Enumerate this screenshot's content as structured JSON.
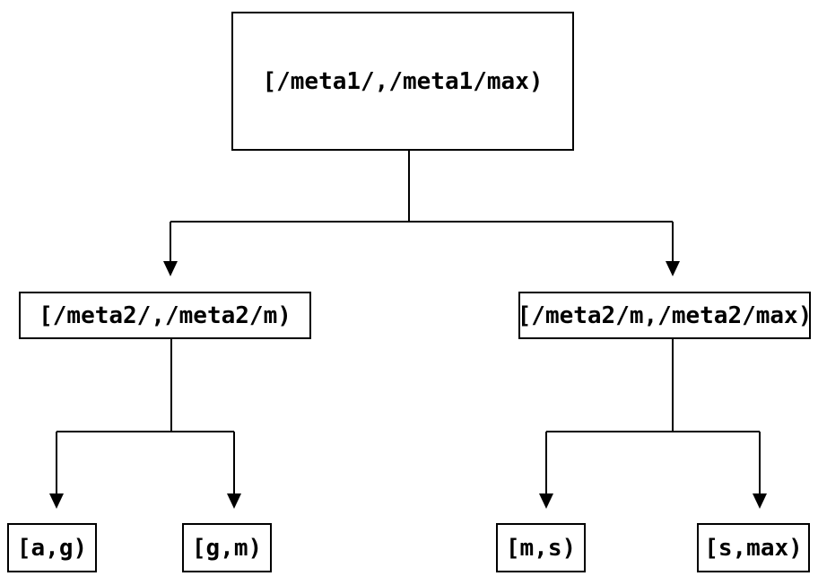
{
  "background": "#ffffff",
  "colors": {
    "line": "#000000",
    "text": "#000000",
    "node_fill": "#ffffff"
  },
  "diagram_type": "binary-interval-tree",
  "nodes": {
    "root": {
      "label": "[/meta1/,/meta1/max)"
    },
    "left": {
      "label": "[/meta2/,/meta2/m)"
    },
    "right": {
      "label": "[/meta2/m,/meta2/max)"
    },
    "leaf_ag": {
      "label": "[a,g)"
    },
    "leaf_gm": {
      "label": "[g,m)"
    },
    "leaf_ms": {
      "label": "[m,s)"
    },
    "leaf_smax": {
      "label": "[s,max)"
    }
  },
  "edges": [
    {
      "from": "root",
      "to": "left"
    },
    {
      "from": "root",
      "to": "right"
    },
    {
      "from": "left",
      "to": "leaf_ag"
    },
    {
      "from": "left",
      "to": "leaf_gm"
    },
    {
      "from": "right",
      "to": "leaf_ms"
    },
    {
      "from": "right",
      "to": "leaf_smax"
    }
  ]
}
